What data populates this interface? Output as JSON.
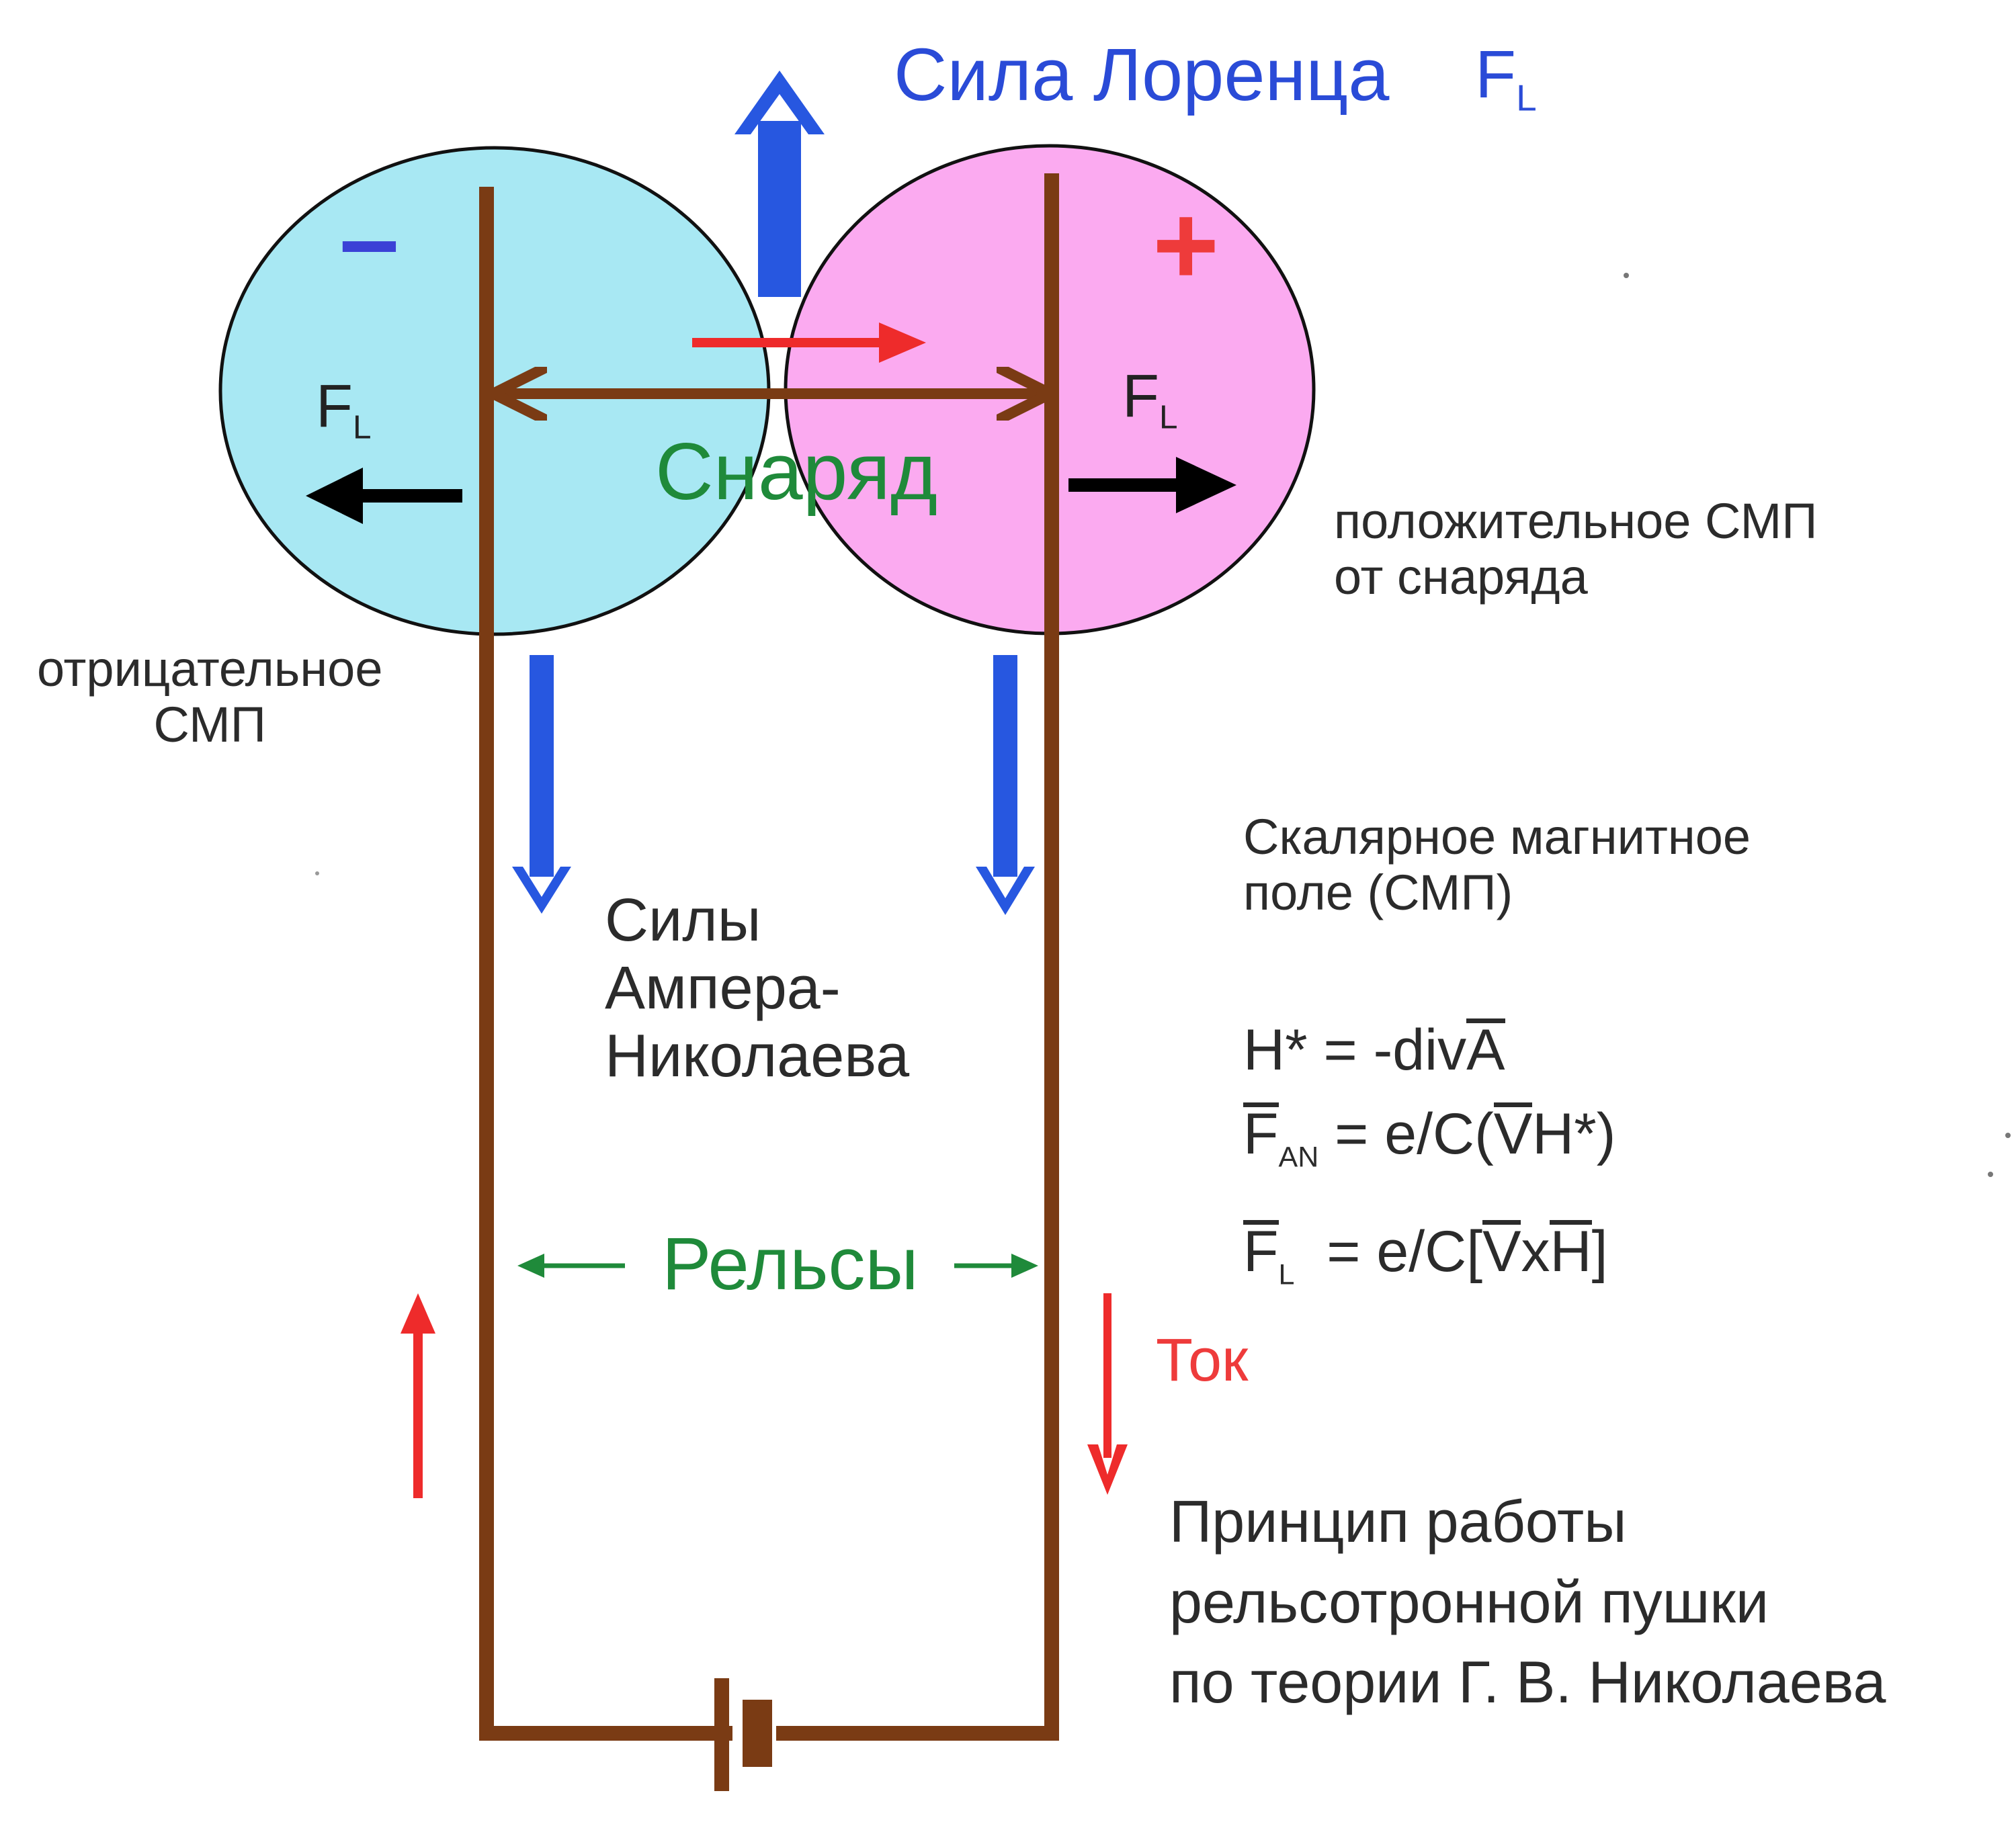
{
  "lorentz_force": {
    "title": "Сила Лоренца",
    "symbol": "F",
    "symbol_sub": "L"
  },
  "field_regions": {
    "negative": {
      "sign": "–",
      "caption": "отрицательное\nСМП",
      "color": "#a8e8f3"
    },
    "positive": {
      "sign": "+",
      "caption": "положительное СМП\nот снаряда",
      "color": "#fbaaf0"
    }
  },
  "side_forces": {
    "left": {
      "symbol": "F",
      "sub": "L"
    },
    "right": {
      "symbol": "F",
      "sub": "L"
    }
  },
  "projectile": {
    "label": "Снаряд"
  },
  "ampere_nikolaev": {
    "label": "Силы\nАмпера-\nНиколаева"
  },
  "scalar_field": {
    "label": "Скалярное магнитное\nполе (СМП)"
  },
  "formulas": {
    "f1_lhs": "H* = -div",
    "f1_vec": "A",
    "f2_vec": "F",
    "f2_sub": "AN",
    "f2_rhs_pre": " = e/C(",
    "f2_rhs_vec": "V",
    "f2_rhs_post": "H*)",
    "f3_vec": "F",
    "f3_sub": "L",
    "f3_rhs_pre": "  = e/C[",
    "f3_rhs_vec1": "V",
    "f3_rhs_mid": "x",
    "f3_rhs_vec2": "H",
    "f3_rhs_post": "]"
  },
  "rails": {
    "label": "Рельсы"
  },
  "current": {
    "label": "Ток"
  },
  "principle": {
    "text": "Принцип работы\nрельсотронной пушки\nпо теории Г. В. Николаева"
  },
  "colors": {
    "rail": "#7a3b14",
    "force_blue": "#2757e0",
    "current_red": "#ee2b2b",
    "label_green": "#1f8a3a",
    "arrow_black": "#000000"
  }
}
